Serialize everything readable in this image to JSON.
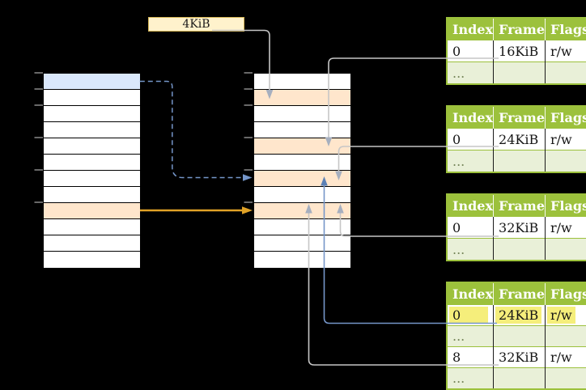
{
  "colors": {
    "background": "#000000",
    "row_blue": "#DAE8FC",
    "row_orange": "#FFE6CC",
    "label_box_fill": "#FFF2CC",
    "label_box_border": "#D6B656",
    "table_green": "#9CC13C",
    "table_light_green": "#E9F0D8",
    "highlight_yellow": "#F5EE7B",
    "connector_gray": "#C6C6C6",
    "arrow_gray": "#A6AFBF",
    "connector_blue": "#7596C9",
    "arrow_blue": "#5B80B6",
    "connector_orange": "#E0A226",
    "tick_gray": "#8A8A8A",
    "ellipsis_text": "#76865A"
  },
  "frame_label": {
    "text": "4KiB"
  },
  "memory_columns": {
    "left": {
      "rows": [
        "blue",
        "",
        "",
        "",
        "",
        "",
        "",
        "",
        "orange",
        "",
        "",
        ""
      ]
    },
    "middle": {
      "rows": [
        "",
        "orange",
        "",
        "",
        "orange",
        "",
        "orange",
        "",
        "orange",
        "",
        "",
        ""
      ]
    }
  },
  "page_tables": [
    {
      "headers": [
        "Index",
        "Frame",
        "Flags"
      ],
      "rows": [
        {
          "cells": [
            "0",
            "16KiB",
            "r/w"
          ]
        },
        {
          "cells": [
            "...",
            "",
            ""
          ],
          "variant": "light"
        }
      ]
    },
    {
      "headers": [
        "Index",
        "Frame",
        "Flags"
      ],
      "rows": [
        {
          "cells": [
            "0",
            "24KiB",
            "r/w"
          ]
        },
        {
          "cells": [
            "...",
            "",
            ""
          ],
          "variant": "light"
        }
      ]
    },
    {
      "headers": [
        "Index",
        "Frame",
        "Flags"
      ],
      "rows": [
        {
          "cells": [
            "0",
            "32KiB",
            "r/w"
          ]
        },
        {
          "cells": [
            "...",
            "",
            ""
          ],
          "variant": "light"
        }
      ]
    },
    {
      "headers": [
        "Index",
        "Frame",
        "Flags"
      ],
      "rows": [
        {
          "cells": [
            "0",
            "24KiB",
            "r/w"
          ],
          "highlighted": true
        },
        {
          "cells": [
            "...",
            "",
            ""
          ],
          "variant": "light"
        },
        {
          "cells": [
            "8",
            "32KiB",
            "r/w"
          ]
        },
        {
          "cells": [
            "...",
            "",
            ""
          ],
          "variant": "light"
        }
      ]
    }
  ]
}
